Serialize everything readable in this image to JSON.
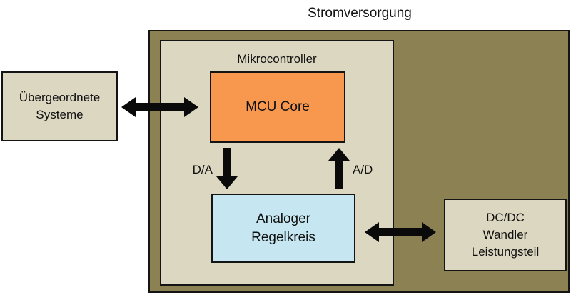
{
  "diagram": {
    "title": "Stromversorgung",
    "groups": {
      "microcontroller_label": "Mikrocontroller"
    },
    "boxes": {
      "external_systems": "Übergeordnete\nSysteme",
      "mcu_core": "MCU Core",
      "analog_loop": "Analoger\nRegelkreis",
      "dcdc": "DC/DC\nWandler\nLeistungsteil"
    },
    "arrows": {
      "da_label": "D/A",
      "ad_label": "A/D"
    },
    "colors": {
      "background": "#FFFFFF",
      "power_supply_fill": "#8B8152",
      "panel_fill": "#DCD7C1",
      "mcu_fill": "#F8984E",
      "analog_fill": "#C6E7F2",
      "arrow": "#0A0A0A"
    }
  }
}
